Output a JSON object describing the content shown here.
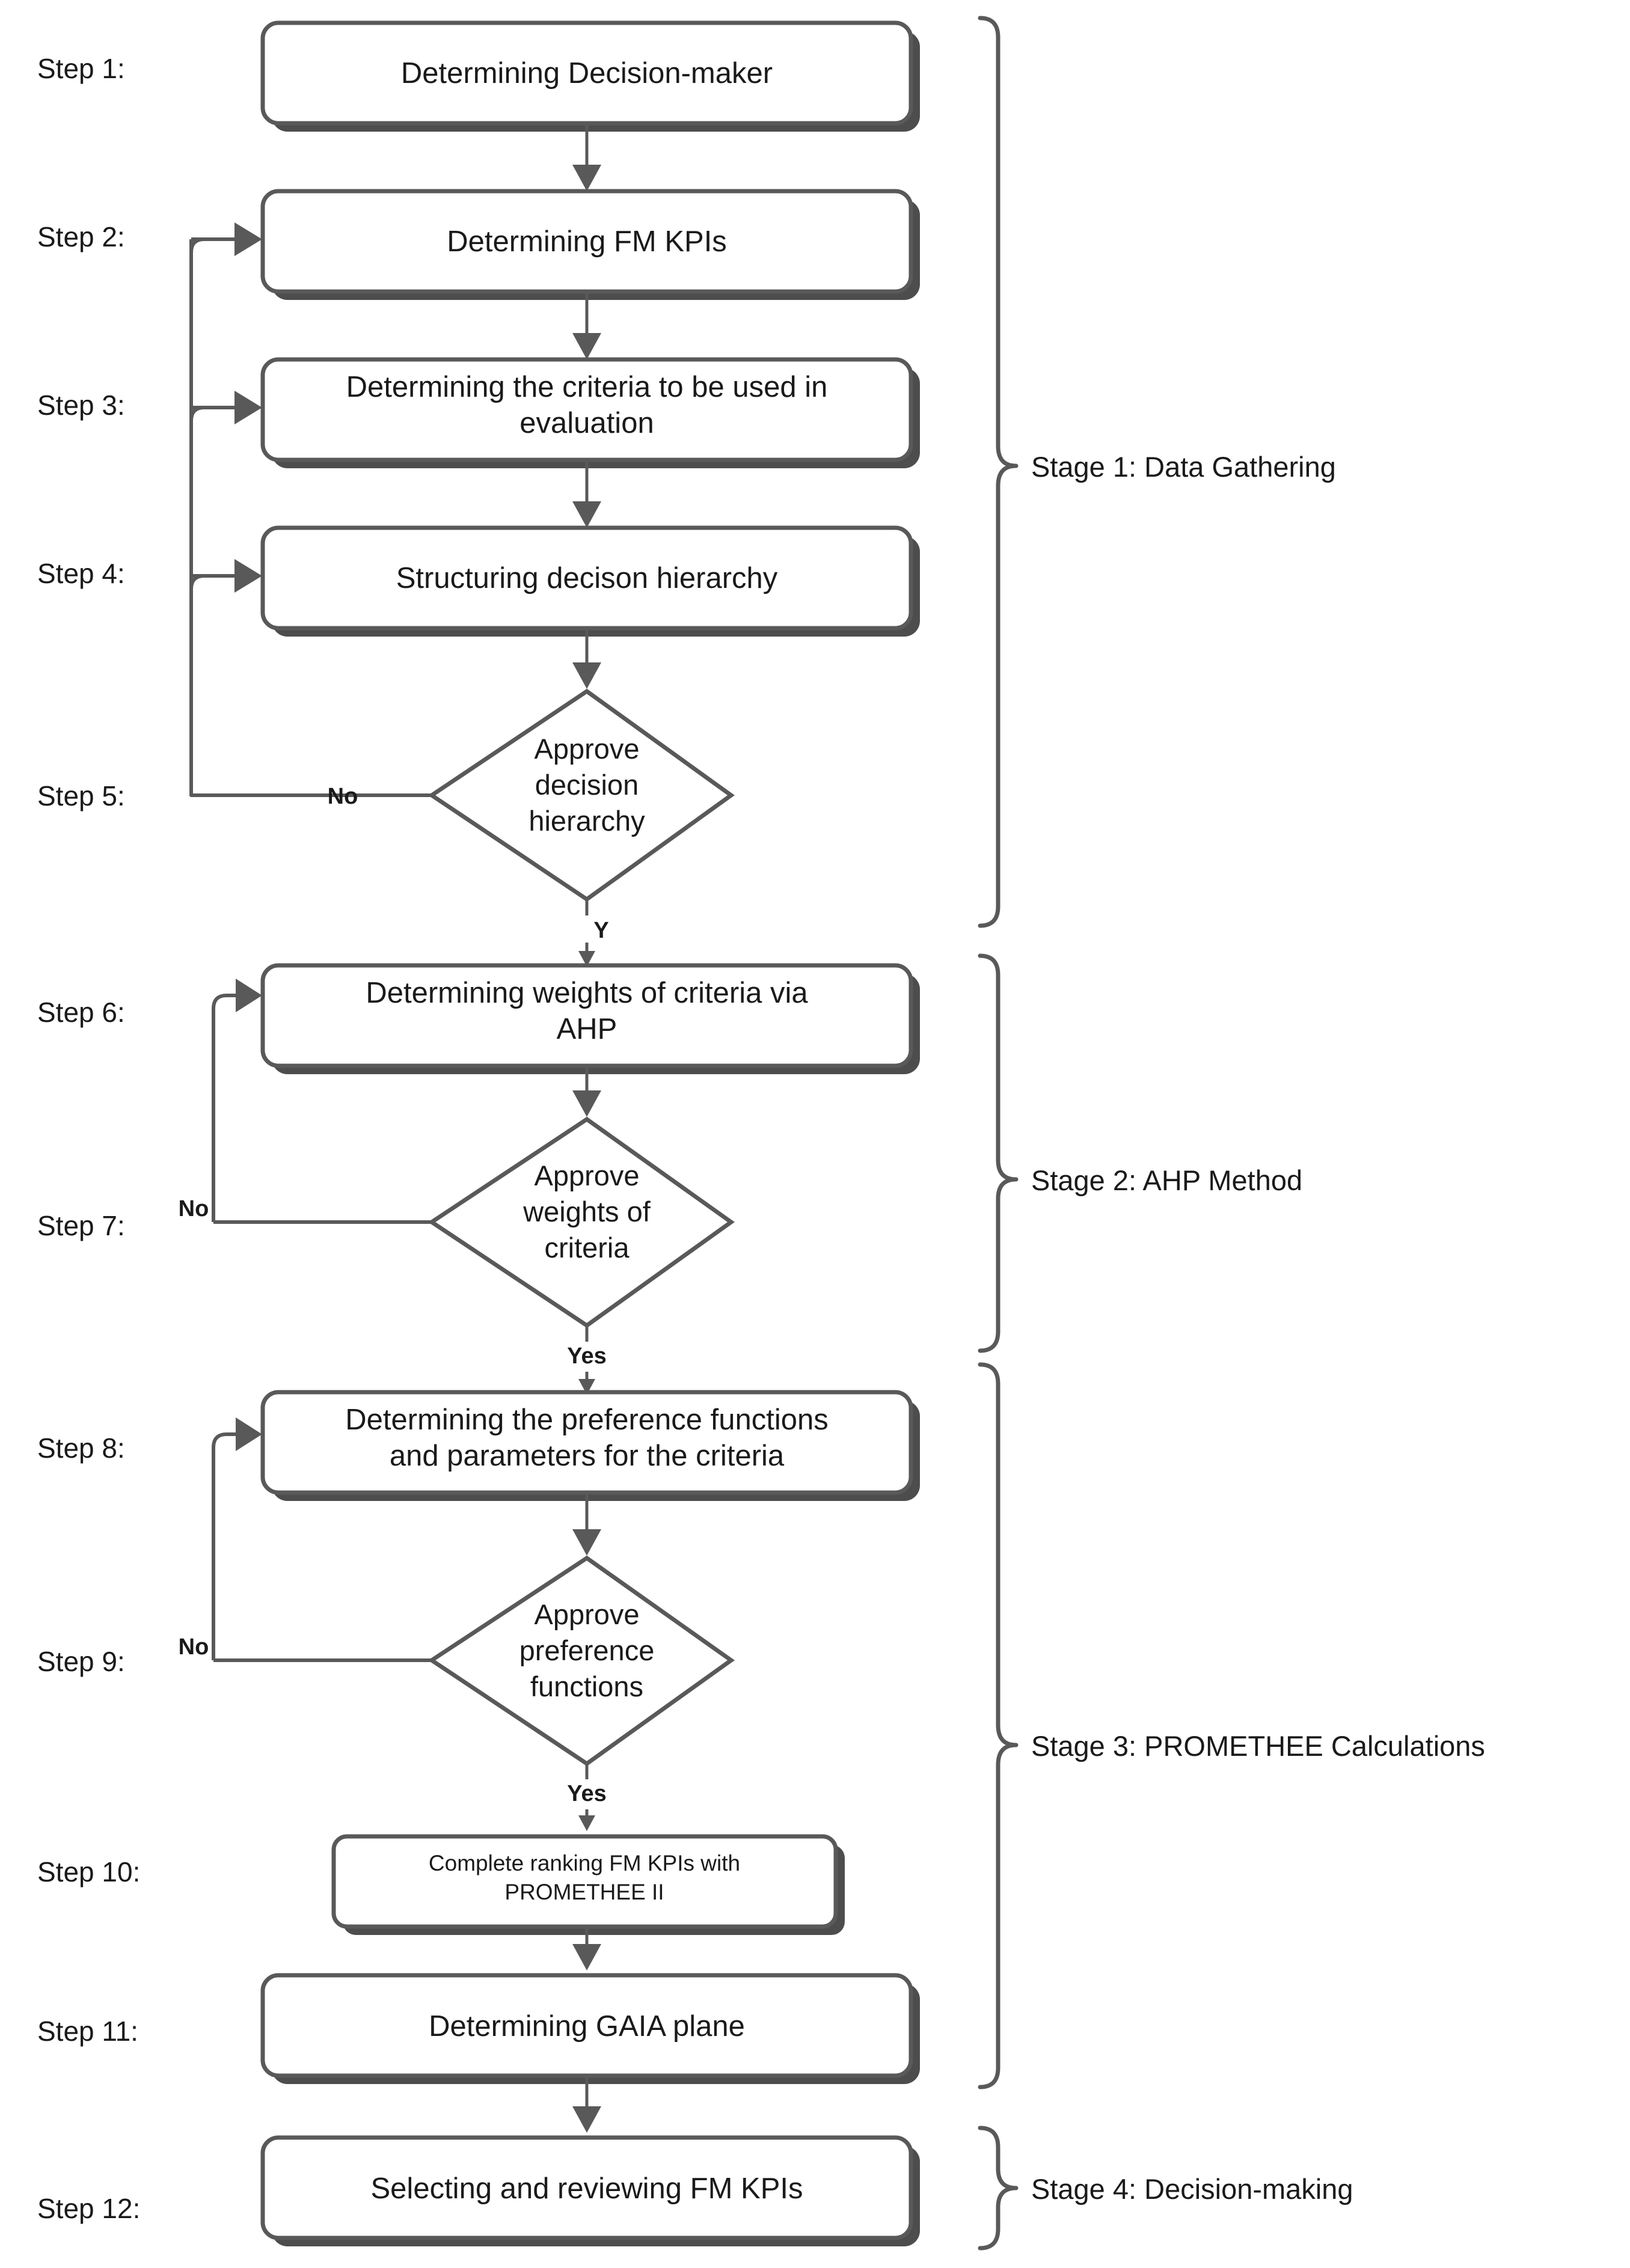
{
  "diagram": {
    "title": "FM KPI selection methodology flowchart",
    "colors": {
      "shape_stroke": "#595959",
      "shape_fill": "#ffffff",
      "text": "#1a1a1a",
      "background": "#ffffff"
    }
  },
  "step_labels": [
    {
      "id": "step-1",
      "text": "Step 1:"
    },
    {
      "id": "step-2",
      "text": "Step 2:"
    },
    {
      "id": "step-3",
      "text": "Step 3:"
    },
    {
      "id": "step-4",
      "text": "Step 4:"
    },
    {
      "id": "step-5",
      "text": "Step 5:"
    },
    {
      "id": "step-6",
      "text": "Step 6:"
    },
    {
      "id": "step-7",
      "text": "Step 7:"
    },
    {
      "id": "step-8",
      "text": "Step 8:"
    },
    {
      "id": "step-9",
      "text": "Step 9:"
    },
    {
      "id": "step-10",
      "text": "Step 10:"
    },
    {
      "id": "step-11",
      "text": "Step 11:"
    },
    {
      "id": "step-12",
      "text": "Step 12:"
    }
  ],
  "nodes": [
    {
      "id": "node-1",
      "shape": "process",
      "lines": [
        "Determining Decision-maker"
      ]
    },
    {
      "id": "node-2",
      "shape": "process",
      "lines": [
        "Determining FM KPIs"
      ]
    },
    {
      "id": "node-3",
      "shape": "process",
      "lines": [
        "Determining the criteria to be used in",
        "evaluation"
      ]
    },
    {
      "id": "node-4",
      "shape": "process",
      "lines": [
        "Structuring decison hierarchy"
      ]
    },
    {
      "id": "node-5",
      "shape": "decision",
      "lines": [
        "Approve",
        "decision",
        "hierarchy"
      ]
    },
    {
      "id": "node-6",
      "shape": "process",
      "lines": [
        "Determining weights of criteria via",
        "AHP"
      ]
    },
    {
      "id": "node-7",
      "shape": "decision",
      "lines": [
        "Approve",
        "weights of",
        "criteria"
      ]
    },
    {
      "id": "node-8",
      "shape": "process",
      "lines": [
        "Determining the preference functions",
        "and parameters for the criteria"
      ]
    },
    {
      "id": "node-9",
      "shape": "decision",
      "lines": [
        "Approve",
        "preference",
        "functions"
      ]
    },
    {
      "id": "node-10",
      "shape": "process",
      "lines": [
        "Complete ranking FM KPIs with",
        "PROMETHEE II"
      ]
    },
    {
      "id": "node-11",
      "shape": "process",
      "lines": [
        "Determining GAIA plane"
      ]
    },
    {
      "id": "node-12",
      "shape": "process",
      "lines": [
        "Selecting and reviewing FM KPIs"
      ]
    }
  ],
  "branch_labels": [
    {
      "id": "branch-5-no",
      "text": "No"
    },
    {
      "id": "branch-5-yes",
      "text": "Y"
    },
    {
      "id": "branch-7-no",
      "text": "No"
    },
    {
      "id": "branch-7-yes",
      "text": "Yes"
    },
    {
      "id": "branch-9-no",
      "text": "No"
    },
    {
      "id": "branch-9-yes",
      "text": "Yes"
    }
  ],
  "stages": [
    {
      "id": "stage-1",
      "text": "Stage 1: Data Gathering"
    },
    {
      "id": "stage-2",
      "text": "Stage 2: AHP Method"
    },
    {
      "id": "stage-3",
      "text": "Stage 3: PROMETHEE Calculations"
    },
    {
      "id": "stage-4",
      "text": "Stage 4: Decision-making"
    }
  ]
}
